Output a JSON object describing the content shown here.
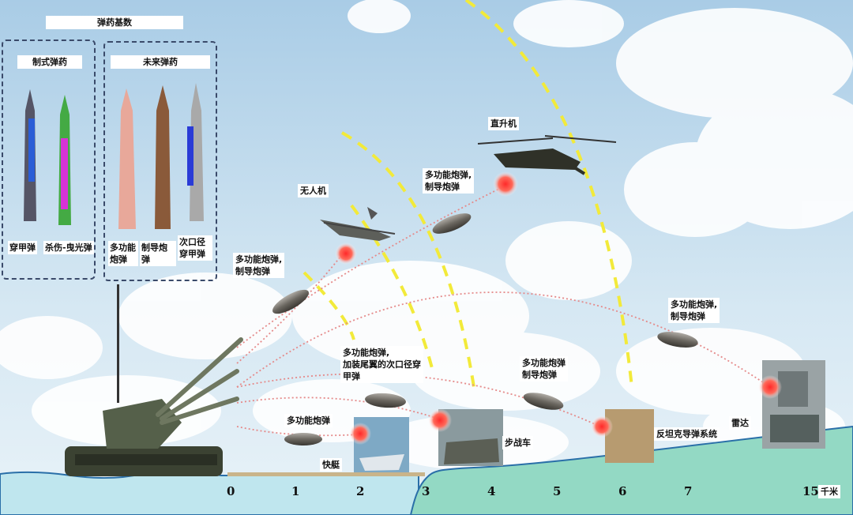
{
  "ammo": {
    "title": "弹药基数",
    "standard_group": "制式弹药",
    "future_group": "未来弹药",
    "standard_items": [
      "穿甲弹",
      "杀伤-曳光弹"
    ],
    "future_items": [
      [
        "多功能",
        "炮弹"
      ],
      [
        "制导炮",
        "弹"
      ],
      [
        "次口径",
        "穿甲弹"
      ]
    ]
  },
  "targets": {
    "drone": "无人机",
    "helicopter": "直升机",
    "boat": "快艇",
    "ifv": "步战车",
    "atgm": "反坦克导弹系统",
    "radar": "雷达"
  },
  "rounds": {
    "multi_guided_1": [
      "多功能炮弹,",
      "制导炮弹"
    ],
    "multi_guided_2": [
      "多功能炮弹",
      "制导炮弹"
    ],
    "multi_guided_3": [
      "多功能炮弹,",
      "制导炮弹"
    ],
    "multi_guided_4": [
      "多功能炮弹,",
      "制导炮弹"
    ],
    "multi_apfsds": [
      "多功能炮弹,",
      "加装尾翼的次口径穿",
      "甲弹"
    ],
    "multi_only": "多功能炮弹"
  },
  "axis": {
    "ticks": [
      "0",
      "1",
      "2",
      "3",
      "4",
      "5",
      "6",
      "7",
      "15"
    ],
    "unit": "千米"
  },
  "colors": {
    "sky": "#cfe3f1",
    "sea": "#bfe6ee",
    "land": "#93d9c4",
    "trajectory": "#e58a8a",
    "envelope": "#f2ea3a",
    "box_border": "#3a4a6a"
  }
}
